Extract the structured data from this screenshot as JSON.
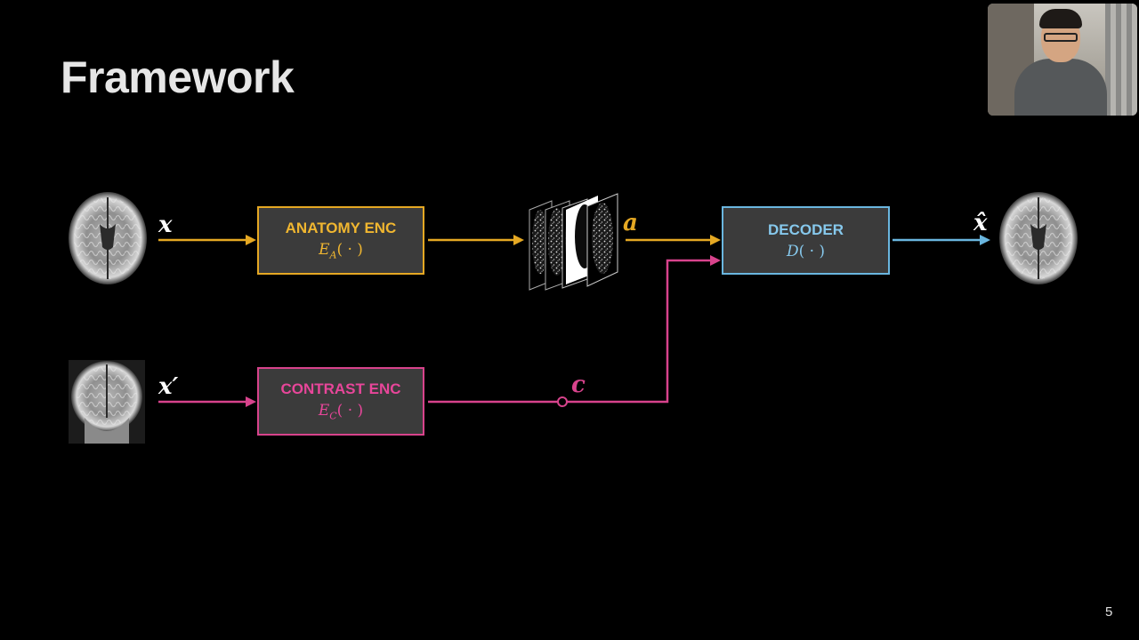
{
  "slide": {
    "title": "Framework",
    "page_number": "5"
  },
  "colors": {
    "anatomy": "#e5a823",
    "contrast": "#d8438c",
    "decoder": "#6ab6df",
    "background": "#000000"
  },
  "boxes": {
    "anatomy": {
      "label": "ANATOMY ENC",
      "fn": "E",
      "fn_sub": "A",
      "fn_arg": "( · )"
    },
    "contrast": {
      "label": "CONTRAST ENC",
      "fn": "E",
      "fn_sub": "C",
      "fn_arg": "( · )"
    },
    "decoder": {
      "label": "DECODER",
      "fn": "D",
      "fn_arg": "( · )"
    }
  },
  "variables": {
    "x": "x",
    "x_prime": "x′",
    "a": "a",
    "c": "c",
    "x_hat": "x̂"
  },
  "images": {
    "input_axial": "brain-mri-axial",
    "input_coronal": "brain-mri-coronal",
    "anatomy_maps": "anatomy-feature-slices",
    "output_axial": "brain-mri-axial-reconstructed",
    "webcam": "presenter-webcam"
  }
}
